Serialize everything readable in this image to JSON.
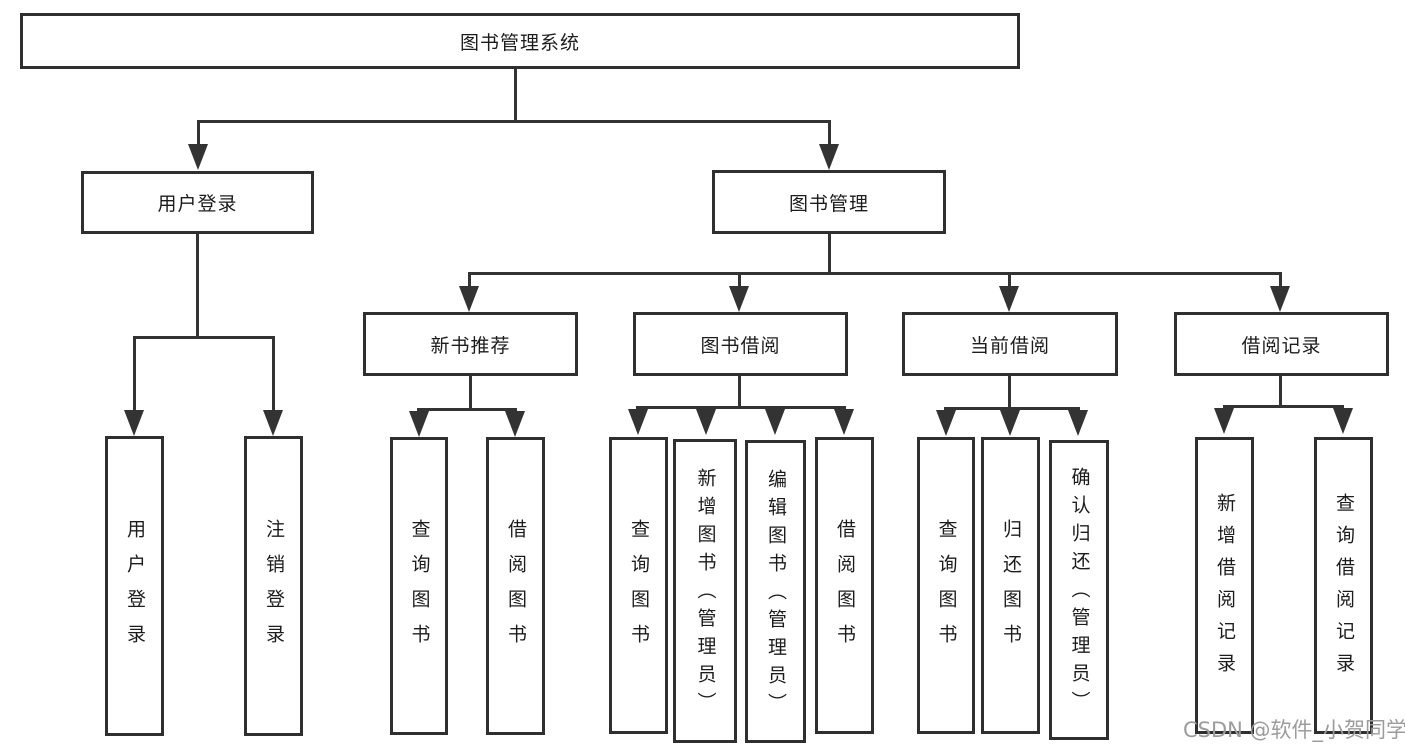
{
  "root": {
    "label": "图书管理系统"
  },
  "level2": {
    "user_login": {
      "label": "用户登录"
    },
    "book_management": {
      "label": "图书管理"
    }
  },
  "level3": {
    "new_book_recommend": {
      "label": "新书推荐"
    },
    "book_borrow": {
      "label": "图书借阅"
    },
    "current_borrow": {
      "label": "当前借阅"
    },
    "borrow_records": {
      "label": "借阅记录"
    }
  },
  "leaves": {
    "user_login_leaf": "用户登录",
    "logout": "注销登录",
    "nbr_query_books": "查询图书",
    "nbr_borrow_books": "借阅图书",
    "bb_query_books": "查询图书",
    "bb_add_books_admin": "新增图书（管理员）",
    "bb_edit_books_admin": "编辑图书（管理员）",
    "bb_borrow_books": "借阅图书",
    "cb_query_books": "查询图书",
    "cb_return_books": "归还图书",
    "cb_confirm_return_admin": "确认归还（管理员）",
    "br_add_record": "新增借阅记录",
    "br_query_record": "查询借阅记录"
  },
  "watermark": "CSDN @软件_小贺同学",
  "colors": {
    "line": "#333333",
    "text": "#1c1c1c",
    "watermark": "#9c9c9c",
    "background": "#ffffff"
  }
}
